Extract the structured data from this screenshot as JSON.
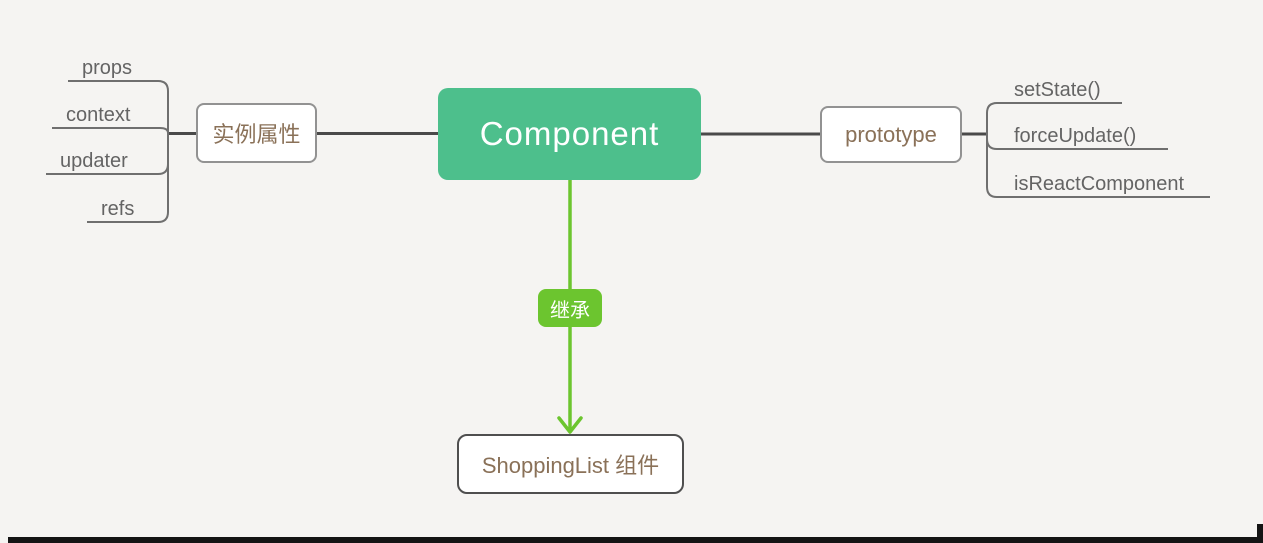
{
  "diagram": {
    "background_color": "#f5f4f2",
    "root": {
      "label": "Component",
      "color": "#4dbf8c"
    },
    "left_branch": {
      "label": "实例属性",
      "children": [
        "props",
        "context",
        "updater",
        "refs"
      ]
    },
    "right_branch": {
      "label": "prototype",
      "children": [
        "setState()",
        "forceUpdate()",
        "isReactComponent"
      ]
    },
    "inheritance": {
      "edge_label": "继承",
      "edge_color": "#6cc52f",
      "target_label": "ShoppingList 组件"
    },
    "line_colors": {
      "main_connector": "#4a4a4a",
      "leaf_connector": "#6f6f6f"
    }
  }
}
